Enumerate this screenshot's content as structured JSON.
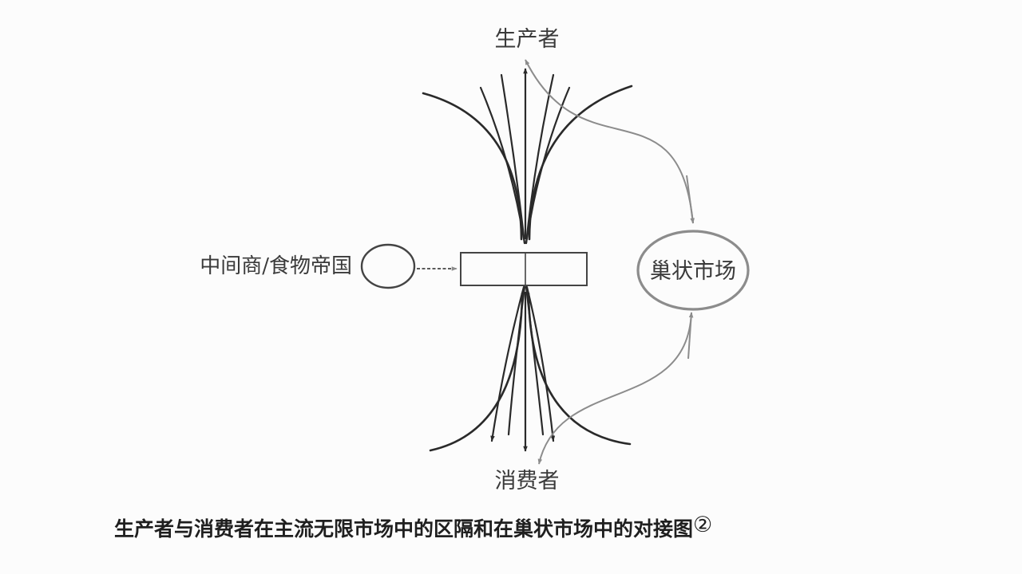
{
  "labels": {
    "producer": "生产者",
    "consumer": "消费者",
    "intermediary": "中间商/食物帝国",
    "nested_market": "巢状市场"
  },
  "caption": {
    "text": "生产者与消费者在主流无限市场中的区隔和在巢状市场中的对接图",
    "note_mark": "②"
  },
  "colors": {
    "main_lines": "#2a2a2a",
    "nested_links": "#8c8c8c",
    "text": "#3a3a3a"
  }
}
